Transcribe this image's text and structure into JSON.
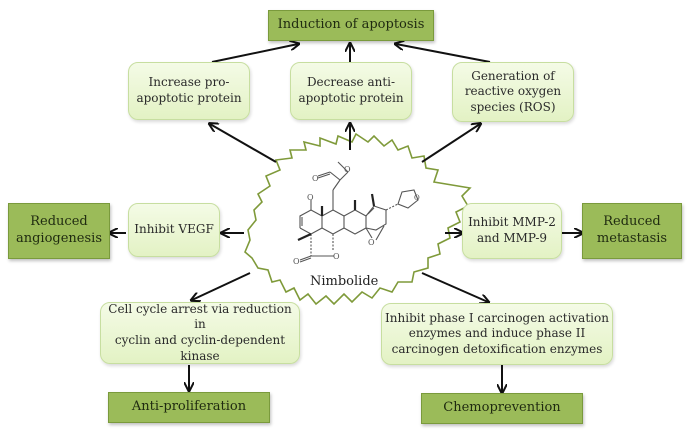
{
  "diagram": {
    "center": {
      "compound": "Nimbolide"
    },
    "outcomes": {
      "apoptosis": "Induction of apoptosis",
      "angiogenesis": "Reduced\nangiogenesis",
      "metastasis": "Reduced\nmetastasis",
      "proliferation": "Anti-proliferation",
      "chemoprevention": "Chemoprevention"
    },
    "mechanisms": {
      "pro_apoptotic": "Increase pro-\napoptotic protein",
      "anti_apoptotic": "Decrease anti-\napoptotic protein",
      "ros": "Generation of\nreactive oxygen\nspecies (ROS)",
      "vegf": "Inhibit VEGF",
      "mmp": "Inhibit MMP-2\nand MMP-9",
      "cell_cycle": "Cell cycle arrest via reduction in\ncyclin and cyclin-dependent kinase",
      "carcinogen": "Inhibit phase I carcinogen activation\nenzymes and induce phase II\ncarcinogen detoxification enzymes"
    },
    "colors": {
      "outcome_fill": "#9bbb59",
      "mechanism_fill": "#eaf5d3",
      "leaf_outline": "#7f9a3a",
      "arrow": "#111111"
    }
  }
}
